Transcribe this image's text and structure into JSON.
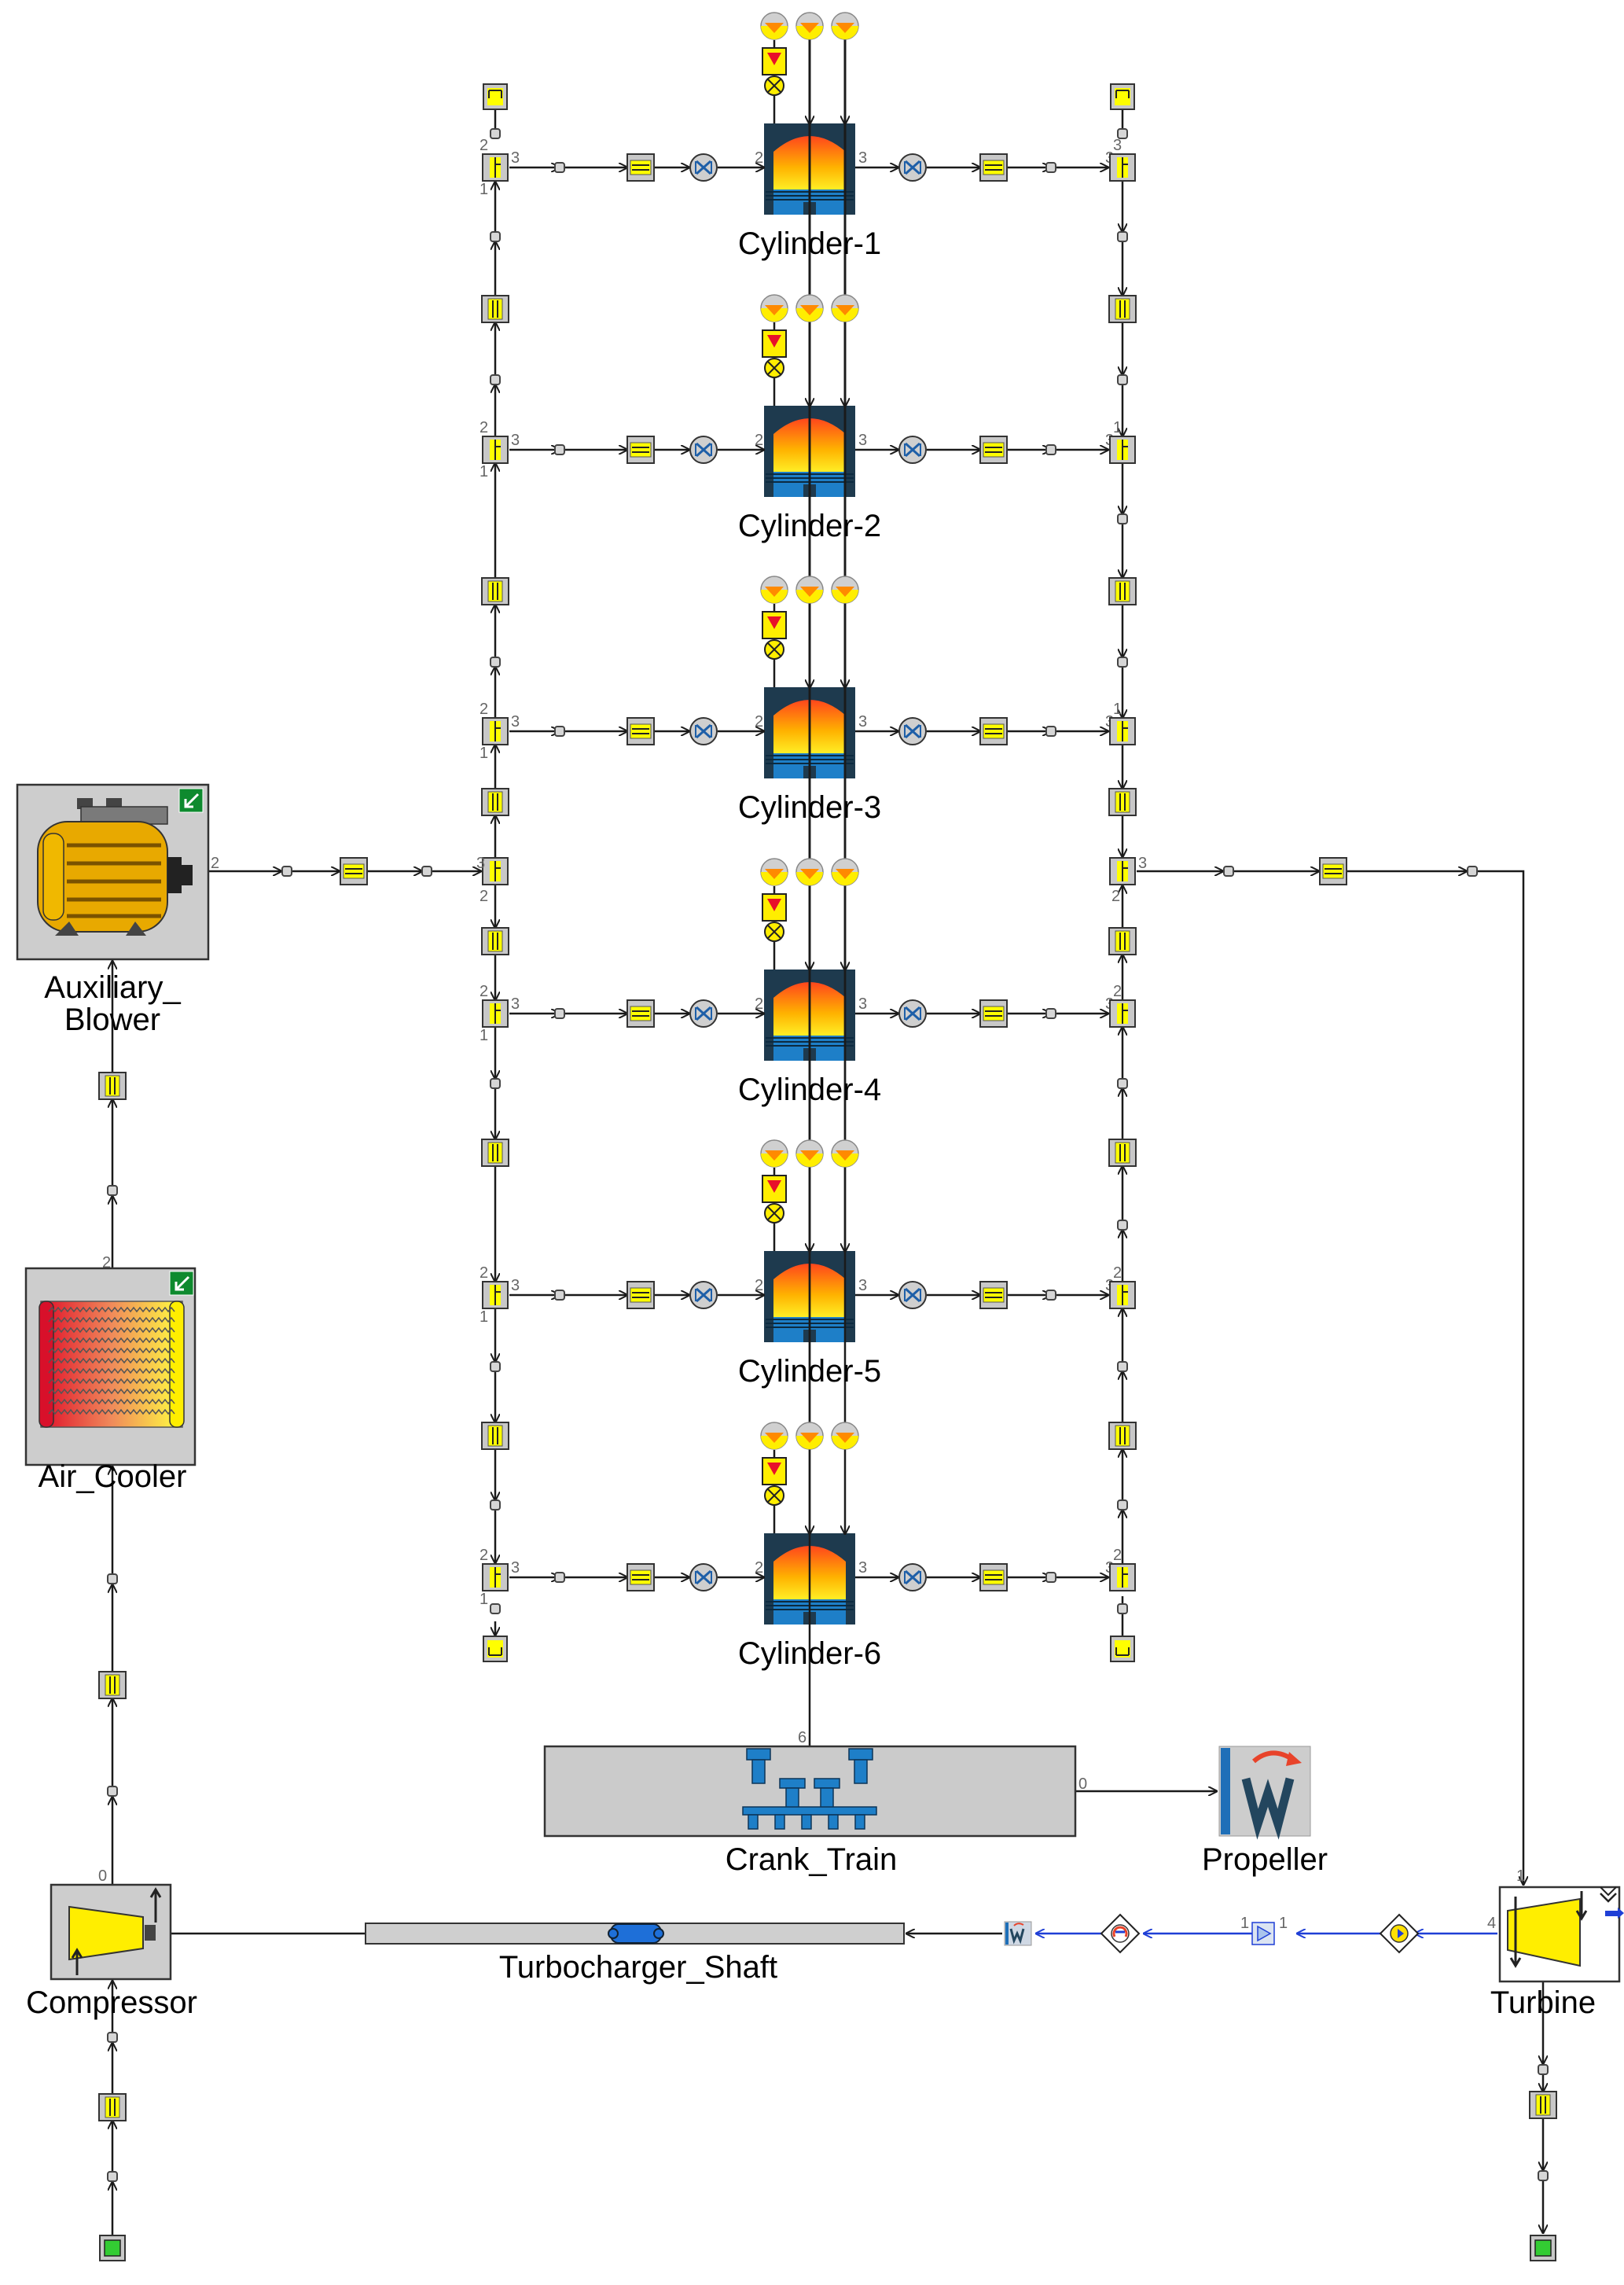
{
  "diagram": {
    "cylinders": [
      {
        "label": "Cylinder-1",
        "exhaust_top_port": "3"
      },
      {
        "label": "Cylinder-2",
        "exhaust_top_port": "1"
      },
      {
        "label": "Cylinder-3",
        "exhaust_top_port": "1"
      },
      {
        "label": "Cylinder-4",
        "exhaust_top_port": "2"
      },
      {
        "label": "Cylinder-5",
        "exhaust_top_port": "2"
      },
      {
        "label": "Cylinder-6",
        "exhaust_top_port": "2"
      }
    ],
    "blower": {
      "label_line1": "Auxiliary_",
      "label_line2": "Blower"
    },
    "cooler": {
      "label": "Air_Cooler"
    },
    "compressor": {
      "label": "Compressor"
    },
    "turbine": {
      "label": "Turbine"
    },
    "crank_train": {
      "label": "Crank_Train"
    },
    "propeller": {
      "label": "Propeller"
    },
    "shaft": {
      "label": "Turbocharger_Shaft"
    },
    "port_numbers": {
      "one": "1",
      "two": "2",
      "three": "3",
      "four": "4",
      "zero": "0",
      "six": "6"
    },
    "colors": {
      "flow_element": "#ffff00",
      "fluid_part": "#c0c0c0",
      "cylinder_body": "#1e3a4e",
      "signal": "#1f3fd6",
      "boundary": "#33cc33"
    }
  }
}
